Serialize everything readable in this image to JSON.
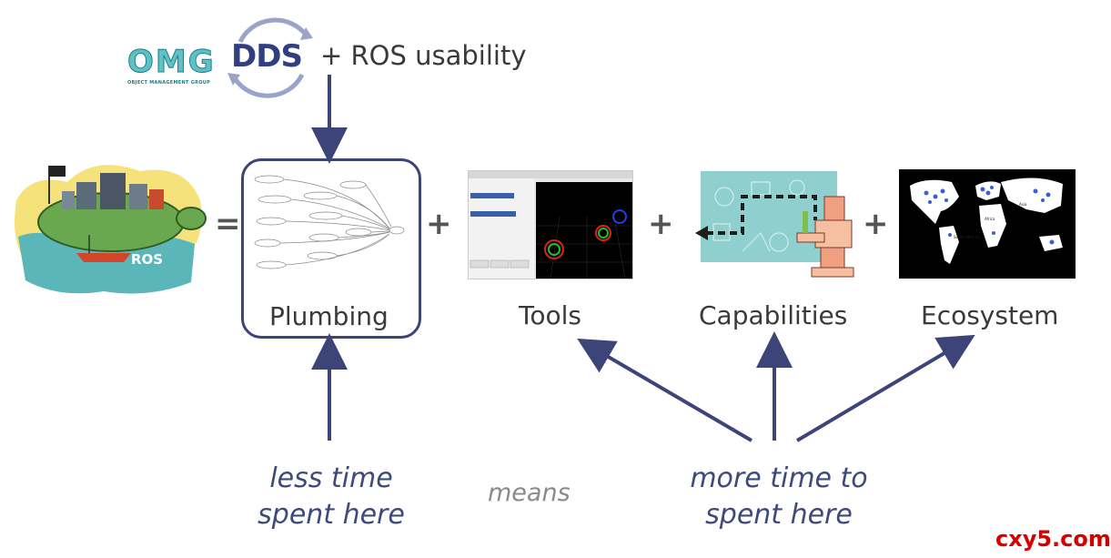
{
  "logos": {
    "omg_text": "OMG",
    "omg_sub": "OBJECT MANAGEMENT GROUP",
    "dds_text": "DDS",
    "ros_text": "ROS"
  },
  "header": {
    "ros_usability": "+ ROS usability"
  },
  "components": {
    "equals": "=",
    "plus": "+",
    "plumbing": "Plumbing",
    "tools": "Tools",
    "capabilities": "Capabilities",
    "ecosystem": "Ecosystem"
  },
  "bottom": {
    "less_time_line1": "less time",
    "less_time_line2": "spent here",
    "means": "means",
    "more_time_line1": "more time to",
    "more_time_line2": "spent here"
  },
  "watermark": "cxy5.com",
  "colors": {
    "arrow": "#3d4478",
    "italic_text": "#3d4a7a",
    "watermark": "#d60000"
  }
}
